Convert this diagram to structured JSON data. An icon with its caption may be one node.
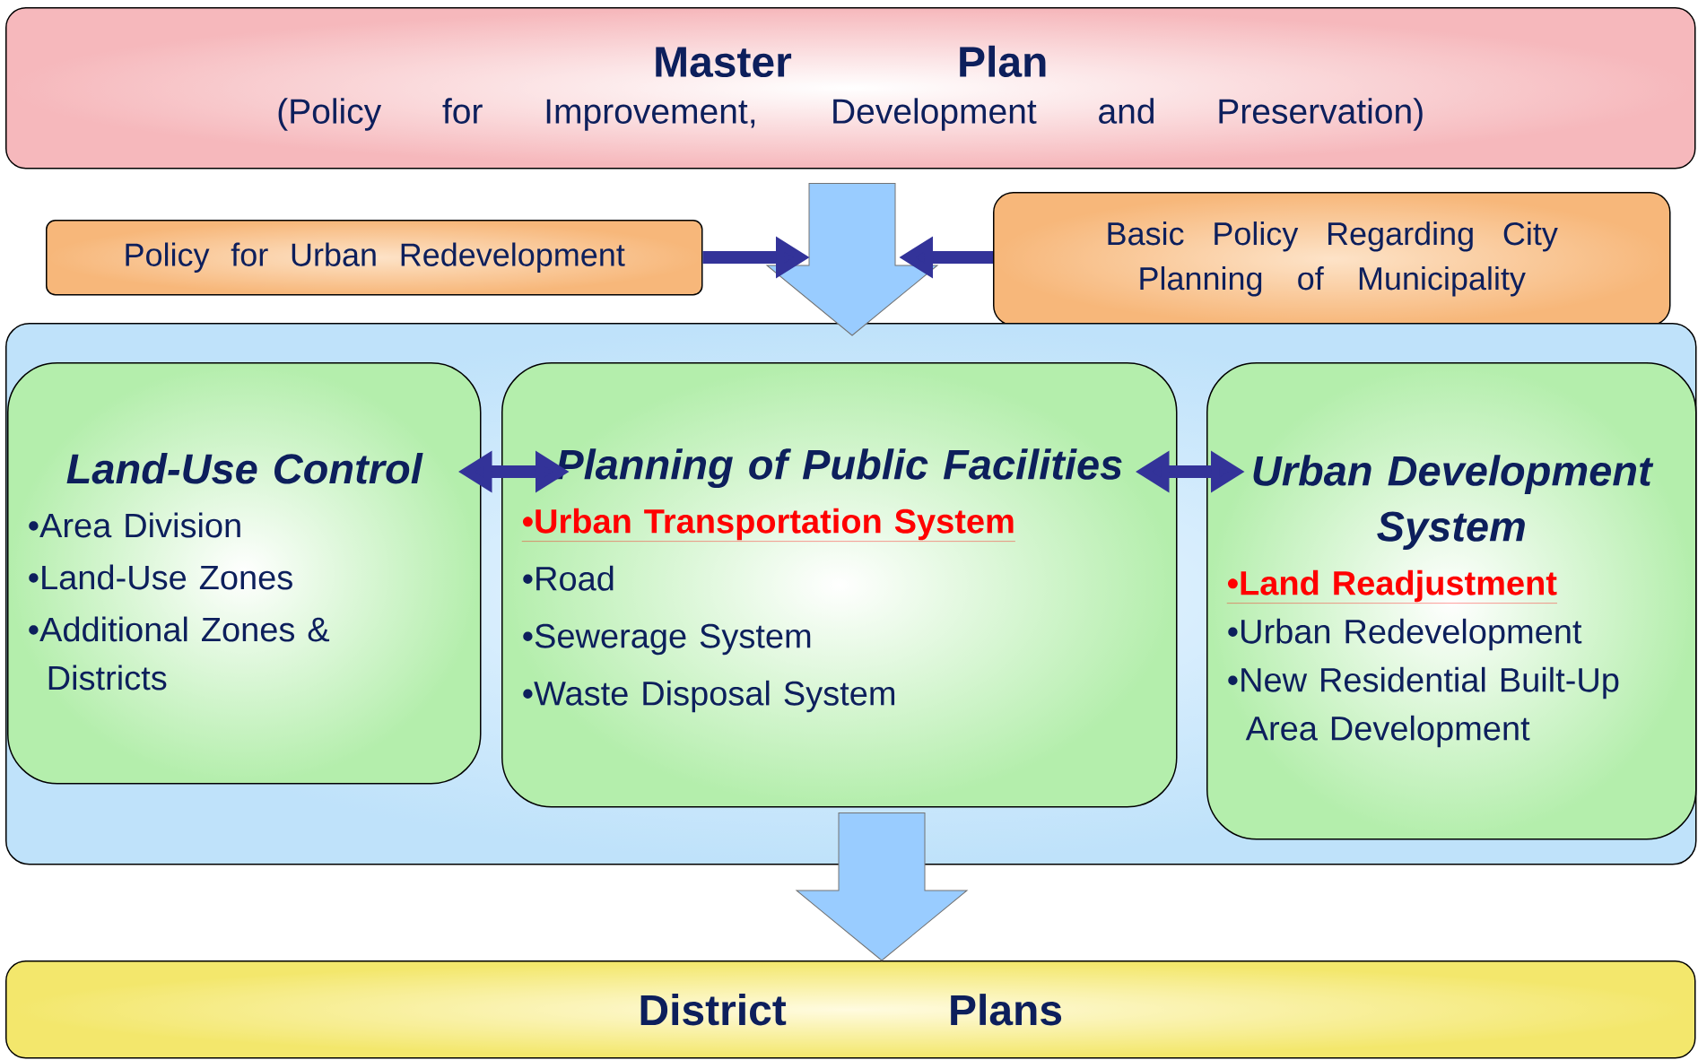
{
  "diagram": {
    "nodes": [
      {
        "text": [
          "Master Plan",
          "(Policy for Improvement, Development and Preservation)"
        ]
      },
      {
        "text": [
          "Policy for Urban Redevelopment"
        ]
      },
      {
        "text": [
          "Basic Policy Regarding City Planning of Municipality"
        ]
      },
      {
        "text": [],
        "shape": "box"
      },
      {
        "text": [
          "Land-Use Control",
          "•Area Division",
          "•Land-Use Zones",
          "•Additional Zones & Districts"
        ],
        "in": 3
      },
      {
        "text": [
          "Planning of Public Facilities",
          "•Urban Transportation System",
          "•Road",
          "•Sewerage System",
          "•Waste Disposal System"
        ],
        "in": 3
      },
      {
        "text": [
          "Urban Development System",
          "•Land Readjustment",
          "•Urban Redevelopment",
          "•New Residential Built-Up Area Development"
        ],
        "in": 3
      },
      {
        "text": [
          "District Plans"
        ]
      }
    ],
    "edges": [
      {
        "from": 0,
        "to": 3,
        "arrow": "to",
        "style": "thick",
        "color": "#99ccff"
      },
      {
        "from": 1,
        "to": null,
        "arrow": "to"
      },
      {
        "from": 2,
        "to": null,
        "arrow": "to"
      },
      {
        "from": 4,
        "to": 5,
        "arrow": "both"
      },
      {
        "from": 5,
        "to": 6,
        "arrow": "both"
      },
      {
        "from": 5,
        "to": 7,
        "arrow": "to",
        "style": "thick",
        "color": "#99ccff"
      }
    ]
  }
}
